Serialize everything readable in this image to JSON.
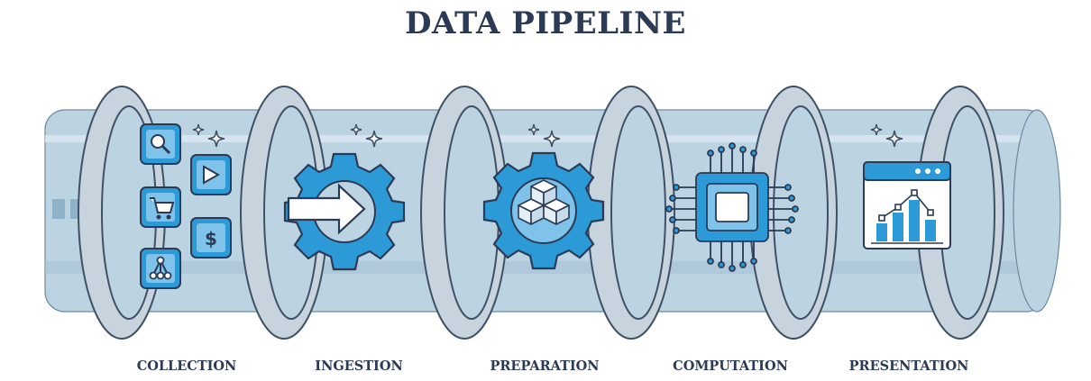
{
  "title": "DATA PIPELINE",
  "stages": [
    {
      "id": "collection",
      "label": "COLLECTION",
      "icon": "collection-icons"
    },
    {
      "id": "ingestion",
      "label": "INGESTION",
      "icon": "gear-arrow-icon"
    },
    {
      "id": "preparation",
      "label": "PREPARATION",
      "icon": "gear-cubes-icon"
    },
    {
      "id": "computation",
      "label": "COMPUTATION",
      "icon": "processor-chip-icon"
    },
    {
      "id": "presentation",
      "label": "PRESENTATION",
      "icon": "bar-chart-window-icon"
    }
  ],
  "colors": {
    "title": "#2b3a55",
    "pipe": "#bcd3e2",
    "ring": "#c7d3dd",
    "ring_outline": "#3f5166",
    "accent": "#2c9ad7",
    "accent_light": "#7fc3ea"
  }
}
